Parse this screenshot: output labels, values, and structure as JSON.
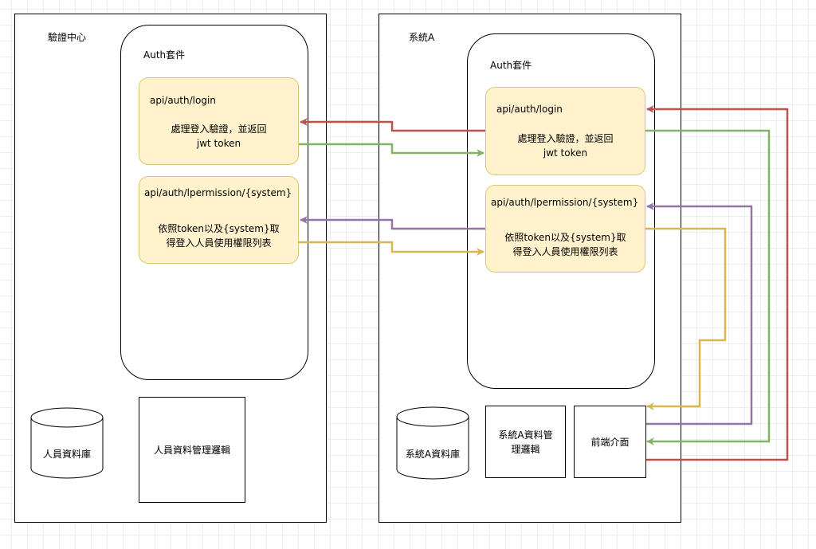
{
  "auth_center": {
    "title": "驗證中心",
    "package": {
      "title": "Auth套件",
      "login": {
        "path": "api/auth/login",
        "desc_line1": "處理登入驗證，並返回",
        "desc_line2": "jwt token"
      },
      "permission": {
        "path": "api/auth/lpermission/{system}",
        "desc_line1": "依照token以及{system}取",
        "desc_line2": "得登入人員使用權限列表"
      }
    },
    "database": "人員資料庫",
    "logic": "人員資料管理邏輯"
  },
  "system_a": {
    "title": "系統A",
    "package": {
      "title": "Auth套件",
      "login": {
        "path": "api/auth/login",
        "desc_line1": "處理登入驗證，並返回",
        "desc_line2": "jwt token"
      },
      "permission": {
        "path": "api/auth/lpermission/{system}",
        "desc_line1": "依照token以及{system}取",
        "desc_line2": "得登入人員使用權限列表"
      }
    },
    "database": "系統A資料庫",
    "logic_line1": "系統A資料管",
    "logic_line2": "理邏輯",
    "frontend": "前端介面"
  },
  "colors": {
    "red": "#b85450",
    "green": "#82b366",
    "purple": "#9673a6",
    "yellow": "#d6b656",
    "api_fill": "#fff2cc",
    "api_border": "#e0c678"
  }
}
